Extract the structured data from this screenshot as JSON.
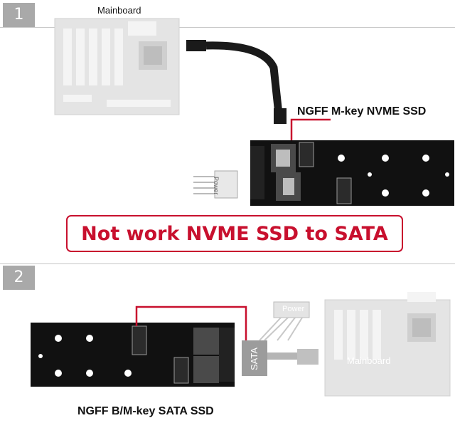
{
  "step1": {
    "number": "1",
    "mainboard_label": "Mainboard",
    "ssd_label": "NGFF M-key NVME SSD",
    "power_label": "Power",
    "warning": "Not work NVME SSD to SATA"
  },
  "step2": {
    "number": "2",
    "power_label": "Power",
    "sata_label": "SATA",
    "mainboard_label": "Mainboard",
    "ssd_label": "NGFF B/M-key SATA SSD"
  },
  "colors": {
    "accent_red": "#c8102e",
    "step_box": "#a9a9a9",
    "board": "#111111",
    "mainboard_ghost": "#e2e2e2"
  }
}
